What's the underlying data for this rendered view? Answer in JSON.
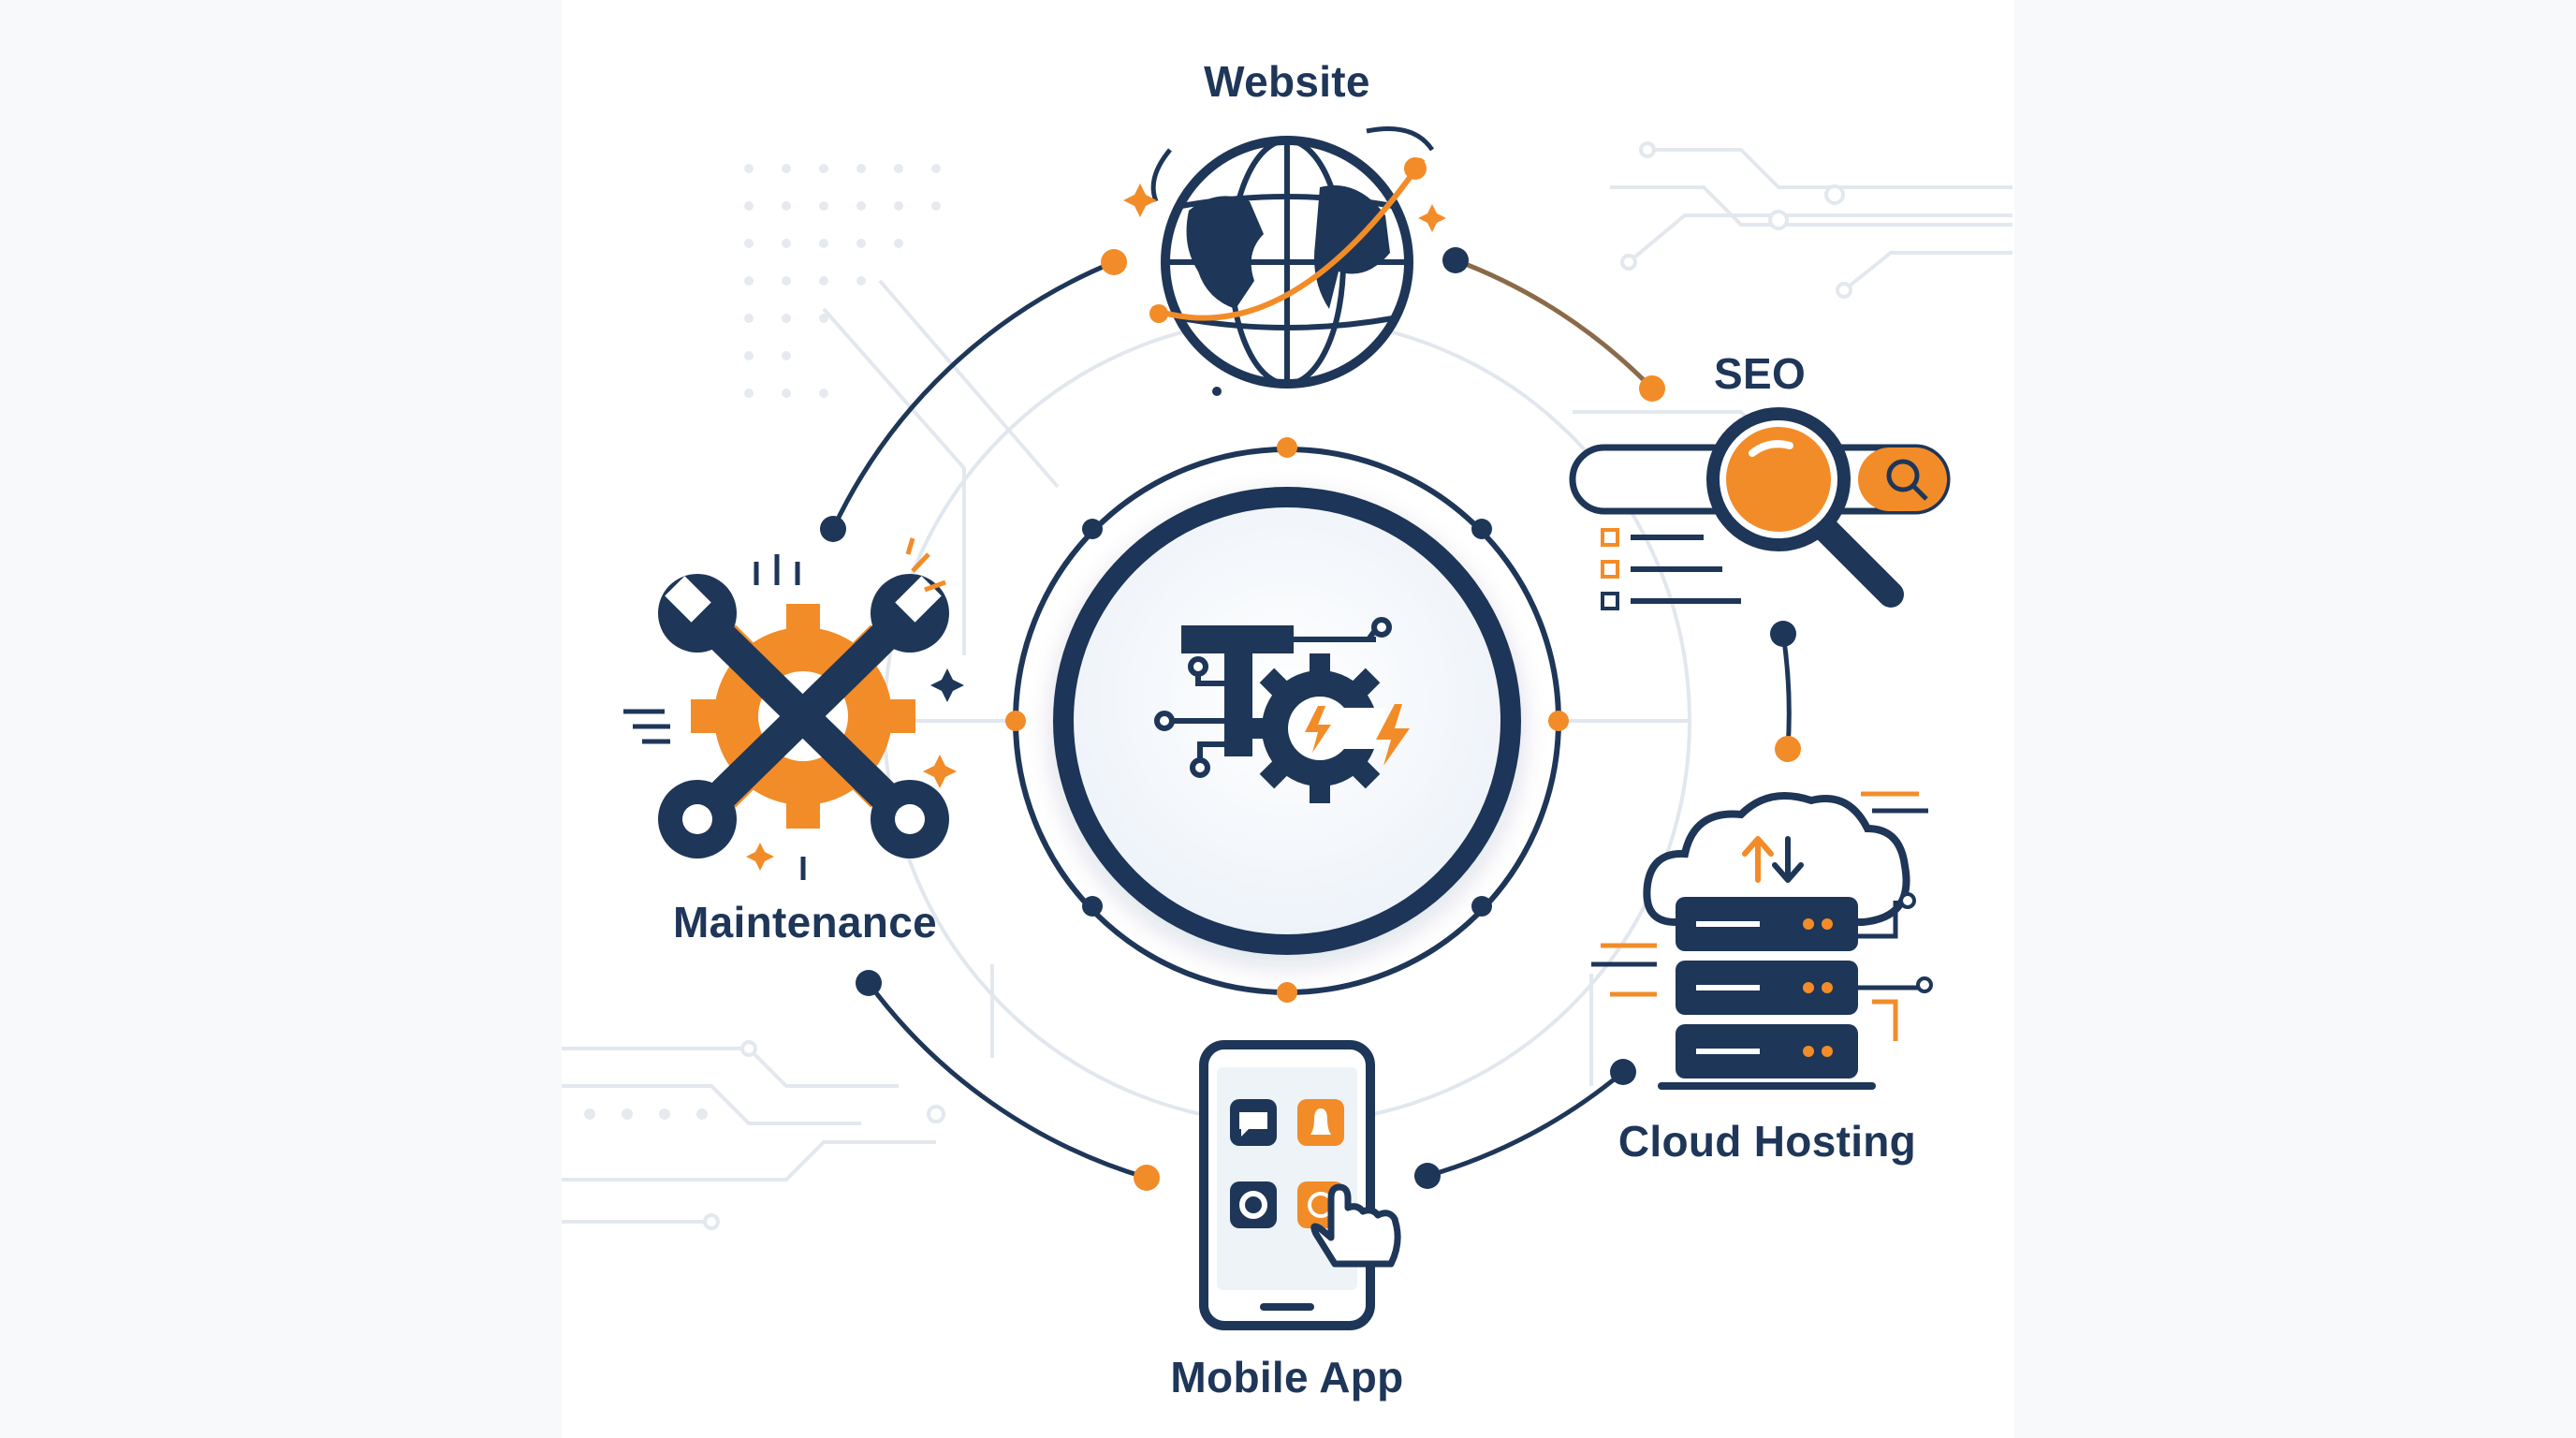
{
  "colors": {
    "navy": "#1e3658",
    "orange": "#f28c28",
    "line": "#dfe5ec",
    "bg": "#ffffff"
  },
  "center": {
    "icon": "tc-gear-lightning-logo-icon"
  },
  "services": [
    {
      "key": "website",
      "label": "Website",
      "icon": "globe-icon"
    },
    {
      "key": "seo",
      "label": "SEO",
      "icon": "search-magnifier-icon"
    },
    {
      "key": "cloud",
      "label": "Cloud Hosting",
      "icon": "cloud-server-icon"
    },
    {
      "key": "mobile",
      "label": "Mobile App",
      "icon": "smartphone-tap-icon"
    },
    {
      "key": "maintenance",
      "label": "Maintenance",
      "icon": "wrench-gear-icon"
    }
  ]
}
